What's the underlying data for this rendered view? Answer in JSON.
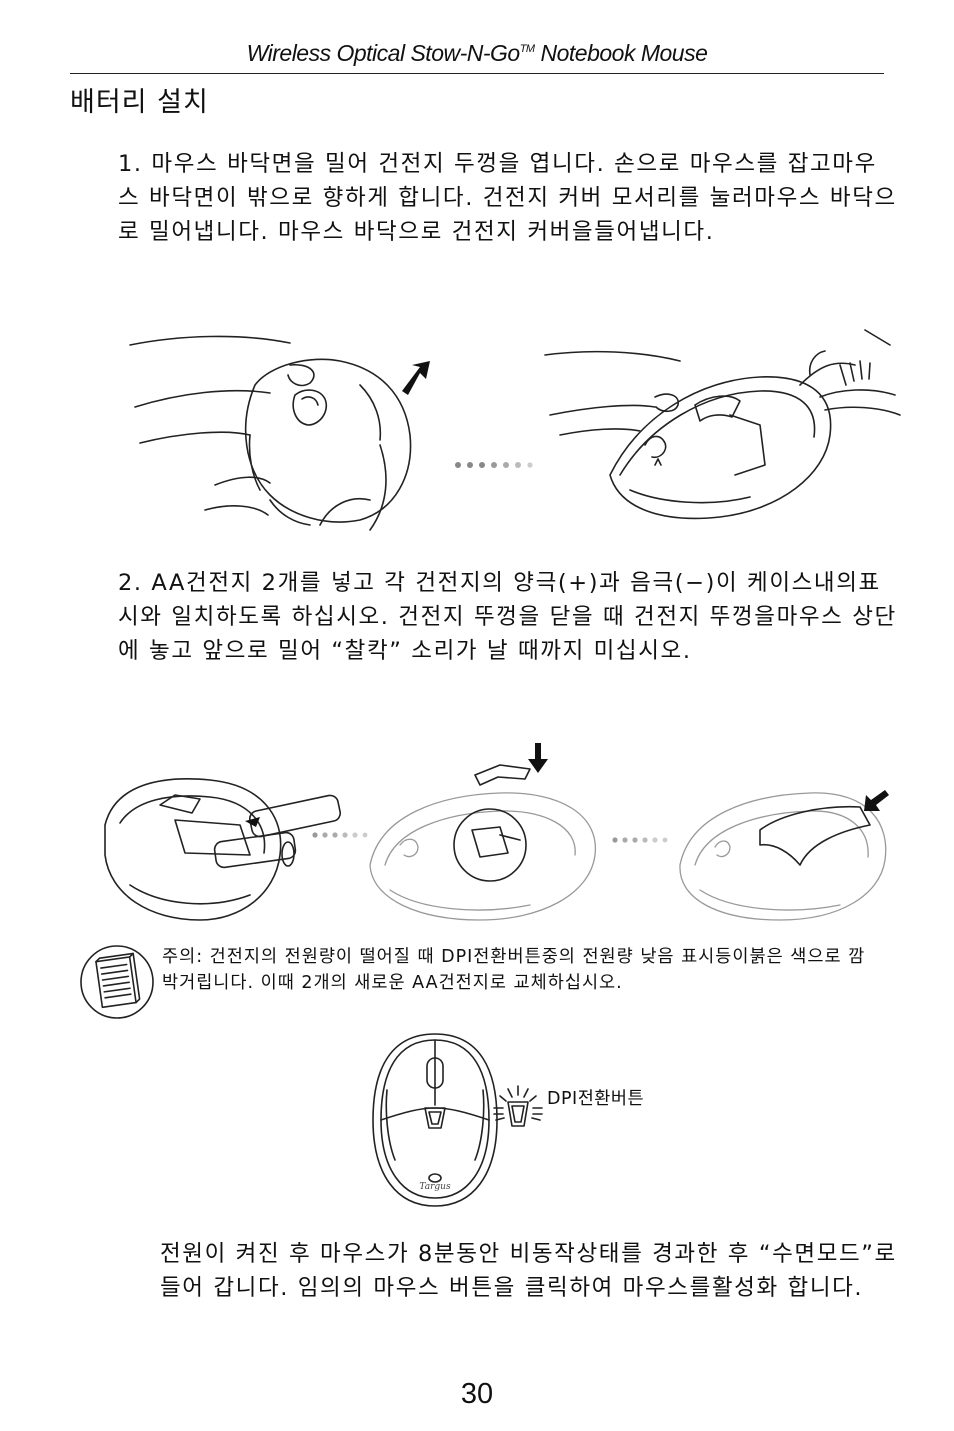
{
  "header": {
    "prefix": "Wireless Optical Stow-N-Go",
    "tm": "TM",
    "suffix": " Notebook Mouse"
  },
  "section_title": "배터리 설치",
  "steps": [
    {
      "text": "1. 마우스 바닥면을 밀어 건전지 두껑을 엽니다. 손으로 마우스를 잡고마우스 바닥면이 밖으로 향하게 합니다. 건전지 커버 모서리를 눌러마우스 바닥으로 밀어냅니다. 마우스 바닥으로 건전지 커버을들어냅니다."
    },
    {
      "text": "2. AA건전지 2개를 넣고 각 건전지의 양극(+)과 음극(−)이 케이스내의표시와 일치하도록 하십시오. 건전지 뚜껑을 닫을 때 건전지 뚜껑을마우스 상단에 놓고 앞으로 밀어 “찰칵” 소리가 날 때까지 미십시오."
    }
  ],
  "note": "주의: 건전지의 전원량이 떨어질 때 DPI전환버튼중의 전원량 낮음 표시등이붉은 색으로 깜박거립니다. 이때 2개의 새로운 AA건전지로 교체하십시오.",
  "dpi_label": "DPI전환버튼",
  "brand_logo": "Targus",
  "sleep_text": "전원이 켜진 후 마우스가 8분동안 비동작상태를 경과한 후 “수면모드”로 들어 갑니다. 임의의 마우스 버튼을 클릭하여 마우스를활성화 합니다.",
  "page_number": "30"
}
